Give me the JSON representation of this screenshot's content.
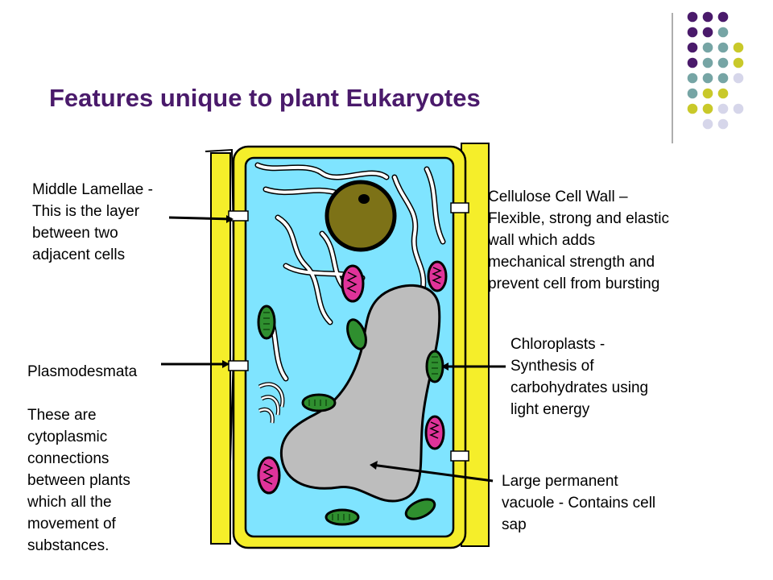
{
  "title": "Features unique to plant Eukaryotes",
  "labels": {
    "middle_lamellae": "Middle Lamellae -\nThis is the layer\nbetween two\nadjacent cells",
    "plasmodesmata_title": "Plasmodesmata",
    "plasmodesmata_desc": "These are\ncytoplasmic\nconnections\nbetween plants\nwhich all the\nmovement of\nsubstances.",
    "cell_wall": "Cellulose Cell Wall –\nFlexible, strong and elastic\nwall which adds\nmechanical strength and\nprevent cell from bursting",
    "chloroplasts": "Chloroplasts -\nSynthesis of\ncarbohydrates using\nlight energy",
    "vacuole": "Large permanent\nvacuole - Contains cell\nsap"
  },
  "colors": {
    "title": "#4a1a6b",
    "cell_wall": "#f5ee2a",
    "cytoplasm": "#7fe4ff",
    "vacuole": "#bdbdbd",
    "nucleus": "#7d7217",
    "chloroplast": "#2f8f2f",
    "mitochondria": "#e0339a",
    "dot_purple": "#4a1a6b",
    "dot_teal": "#76a5a5",
    "dot_olive": "#c9c92a",
    "dot_lavender": "#d6d6ea"
  },
  "decor_dots": [
    [
      "purple",
      "purple",
      "purple",
      ""
    ],
    [
      "purple",
      "purple",
      "teal",
      ""
    ],
    [
      "purple",
      "teal",
      "teal",
      "olive"
    ],
    [
      "purple",
      "teal",
      "teal",
      "olive"
    ],
    [
      "teal",
      "teal",
      "teal",
      "lavender"
    ],
    [
      "teal",
      "olive",
      "olive",
      ""
    ],
    [
      "olive",
      "olive",
      "lavender",
      "lavender"
    ],
    [
      "",
      "lavender",
      "lavender",
      ""
    ]
  ]
}
